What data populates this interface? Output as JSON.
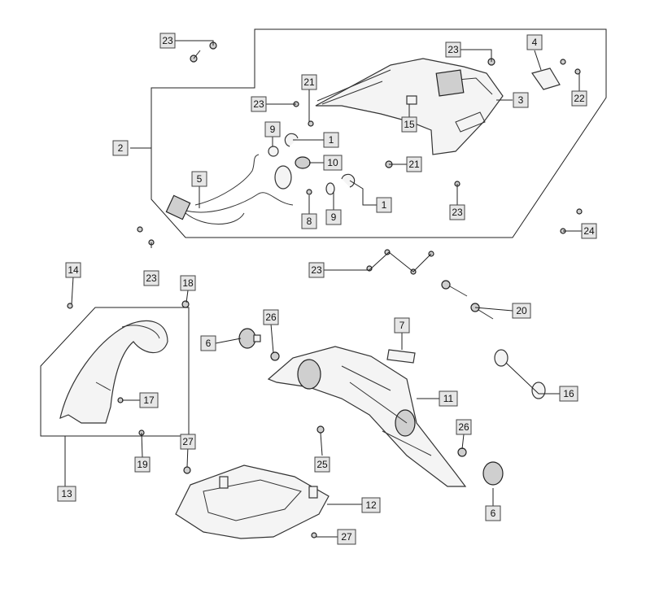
{
  "diagram": {
    "callouts": {
      "c23a": "23",
      "c23b": "23",
      "c23c": "23",
      "c23d": "23",
      "c23e": "23",
      "c23f": "23",
      "c2": "2",
      "c4": "4",
      "c3": "3",
      "c22": "22",
      "c21a": "21",
      "c21b": "21",
      "c15": "15",
      "c9a": "9",
      "c9b": "9",
      "c1a": "1",
      "c1b": "1",
      "c10": "10",
      "c5": "5",
      "c8": "8",
      "c24": "24",
      "c14": "14",
      "c18": "18",
      "c20": "20",
      "c26a": "26",
      "c26b": "26",
      "c6a": "6",
      "c6b": "6",
      "c7": "7",
      "c11": "11",
      "c16": "16",
      "c17": "17",
      "c13": "13",
      "c19": "19",
      "c25": "25",
      "c27a": "27",
      "c27b": "27",
      "c12": "12"
    }
  }
}
